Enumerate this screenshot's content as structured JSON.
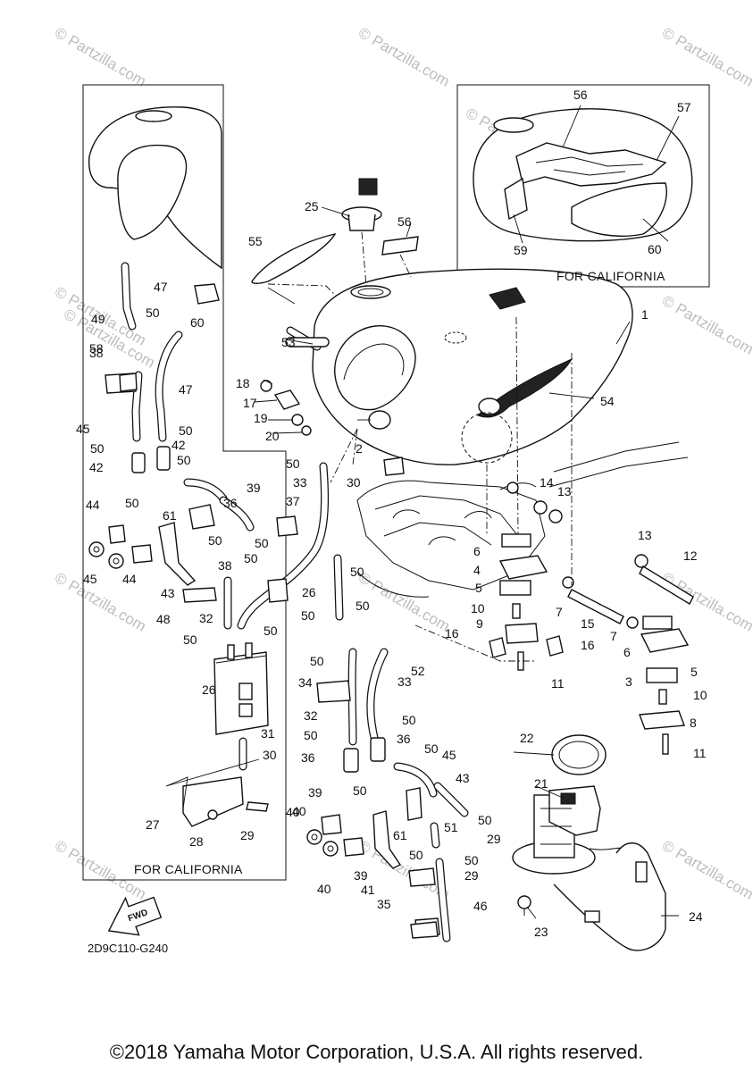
{
  "watermark": "© Partzilla.com",
  "diagram_code": "2D9C110-G240",
  "fwd_label": "FWD",
  "copyright": "©2018 Yamaha Motor Corporation, U.S.A. All rights reserved.",
  "captions": {
    "left_box": "FOR CALIFORNIA",
    "right_box": "FOR CALIFORNIA"
  },
  "callouts": [
    {
      "text": "1"
    },
    {
      "text": "2"
    },
    {
      "text": "3"
    },
    {
      "text": "4"
    },
    {
      "text": "5"
    },
    {
      "text": "5"
    },
    {
      "text": "6"
    },
    {
      "text": "6"
    },
    {
      "text": "7"
    },
    {
      "text": "7"
    },
    {
      "text": "8"
    },
    {
      "text": "9"
    },
    {
      "text": "10"
    },
    {
      "text": "10"
    },
    {
      "text": "11"
    },
    {
      "text": "11"
    },
    {
      "text": "12"
    },
    {
      "text": "13"
    },
    {
      "text": "13"
    },
    {
      "text": "14"
    },
    {
      "text": "15"
    },
    {
      "text": "16"
    },
    {
      "text": "16"
    },
    {
      "text": "17"
    },
    {
      "text": "18"
    },
    {
      "text": "19"
    },
    {
      "text": "20"
    },
    {
      "text": "21"
    },
    {
      "text": "22"
    },
    {
      "text": "23"
    },
    {
      "text": "24"
    },
    {
      "text": "25"
    },
    {
      "text": "26"
    },
    {
      "text": "26"
    },
    {
      "text": "27"
    },
    {
      "text": "28"
    },
    {
      "text": "29"
    },
    {
      "text": "29"
    },
    {
      "text": "29"
    },
    {
      "text": "30"
    },
    {
      "text": "30"
    },
    {
      "text": "31"
    },
    {
      "text": "32"
    },
    {
      "text": "32"
    },
    {
      "text": "33"
    },
    {
      "text": "33"
    },
    {
      "text": "34"
    },
    {
      "text": "35"
    },
    {
      "text": "36"
    },
    {
      "text": "36"
    },
    {
      "text": "36"
    },
    {
      "text": "37"
    },
    {
      "text": "38"
    },
    {
      "text": "38"
    },
    {
      "text": "39"
    },
    {
      "text": "39"
    },
    {
      "text": "39"
    },
    {
      "text": "40"
    },
    {
      "text": "40"
    },
    {
      "text": "40"
    },
    {
      "text": "41"
    },
    {
      "text": "42"
    },
    {
      "text": "42"
    },
    {
      "text": "43"
    },
    {
      "text": "43"
    },
    {
      "text": "44"
    },
    {
      "text": "44"
    },
    {
      "text": "45"
    },
    {
      "text": "45"
    },
    {
      "text": "45"
    },
    {
      "text": "46"
    },
    {
      "text": "47"
    },
    {
      "text": "47"
    },
    {
      "text": "48"
    },
    {
      "text": "49"
    },
    {
      "text": "50"
    },
    {
      "text": "50"
    },
    {
      "text": "50"
    },
    {
      "text": "50"
    },
    {
      "text": "50"
    },
    {
      "text": "50"
    },
    {
      "text": "50"
    },
    {
      "text": "50"
    },
    {
      "text": "50"
    },
    {
      "text": "50"
    },
    {
      "text": "50"
    },
    {
      "text": "50"
    },
    {
      "text": "50"
    },
    {
      "text": "50"
    },
    {
      "text": "50"
    },
    {
      "text": "50"
    },
    {
      "text": "50"
    },
    {
      "text": "50"
    },
    {
      "text": "50"
    },
    {
      "text": "50"
    },
    {
      "text": "50"
    },
    {
      "text": "50"
    },
    {
      "text": "51"
    },
    {
      "text": "52"
    },
    {
      "text": "53"
    },
    {
      "text": "54"
    },
    {
      "text": "55"
    },
    {
      "text": "56"
    },
    {
      "text": "56"
    },
    {
      "text": "57"
    },
    {
      "text": "58"
    },
    {
      "text": "59"
    },
    {
      "text": "60"
    },
    {
      "text": "60"
    },
    {
      "text": "61"
    },
    {
      "text": "61"
    }
  ]
}
